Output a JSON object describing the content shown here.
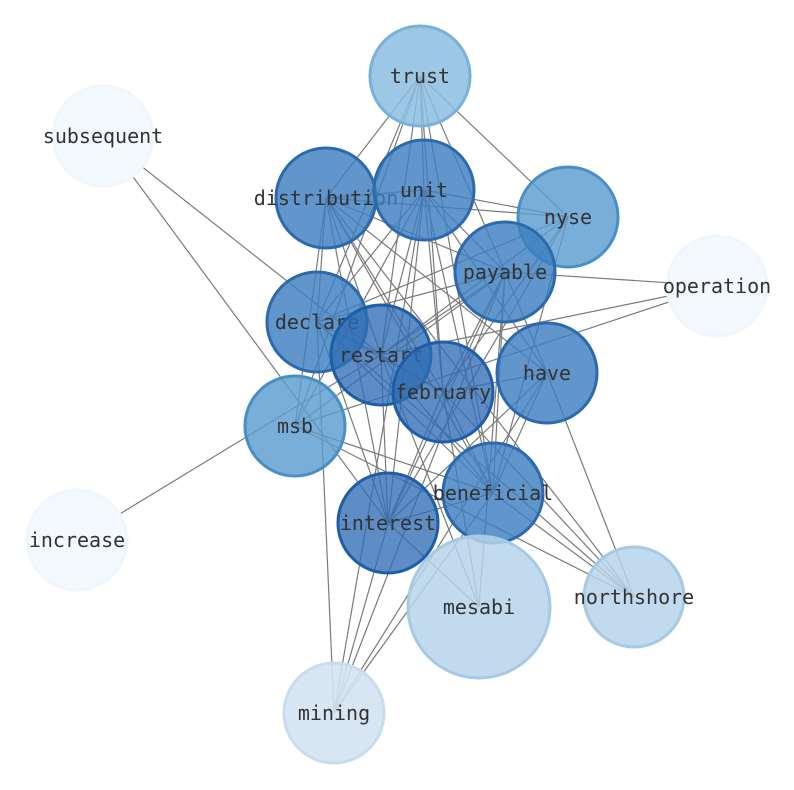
{
  "diagram": {
    "type": "network",
    "colors": {
      "edge": "#7a7a7a",
      "label": "#333333",
      "darkest": "#2f6db3",
      "dark": "#3d7fc0",
      "medium": "#5a9ccf",
      "light": "#8bbde0",
      "lighter": "#b7d4ea",
      "pale": "#d4e3f3",
      "palest": "#f4f9ff"
    },
    "nodes": [
      {
        "id": "trust",
        "label": "trust",
        "tone": "light"
      },
      {
        "id": "subsequent",
        "label": "subsequent",
        "tone": "palest"
      },
      {
        "id": "distribution",
        "label": "distribution",
        "tone": "dark"
      },
      {
        "id": "unit",
        "label": "unit",
        "tone": "dark"
      },
      {
        "id": "nyse",
        "label": "nyse",
        "tone": "medium"
      },
      {
        "id": "operation",
        "label": "operation",
        "tone": "palest"
      },
      {
        "id": "payable",
        "label": "payable",
        "tone": "dark"
      },
      {
        "id": "declare",
        "label": "declare",
        "tone": "dark"
      },
      {
        "id": "restart",
        "label": "restart",
        "tone": "darkest"
      },
      {
        "id": "have",
        "label": "have",
        "tone": "dark"
      },
      {
        "id": "february",
        "label": "february",
        "tone": "darkest"
      },
      {
        "id": "msb",
        "label": "msb",
        "tone": "medium"
      },
      {
        "id": "beneficial",
        "label": "beneficial",
        "tone": "dark"
      },
      {
        "id": "increase",
        "label": "increase",
        "tone": "palest"
      },
      {
        "id": "interest",
        "label": "interest",
        "tone": "darkest"
      },
      {
        "id": "mesabi",
        "label": "mesabi",
        "tone": "lighter"
      },
      {
        "id": "northshore",
        "label": "northshore",
        "tone": "lighter"
      },
      {
        "id": "mining",
        "label": "mining",
        "tone": "pale"
      }
    ],
    "edges": [
      [
        "trust",
        "distribution"
      ],
      [
        "trust",
        "unit"
      ],
      [
        "trust",
        "nyse"
      ],
      [
        "trust",
        "payable"
      ],
      [
        "trust",
        "declare"
      ],
      [
        "trust",
        "restart"
      ],
      [
        "trust",
        "february"
      ],
      [
        "trust",
        "msb"
      ],
      [
        "trust",
        "beneficial"
      ],
      [
        "subsequent",
        "restart"
      ],
      [
        "subsequent",
        "interest"
      ],
      [
        "distribution",
        "unit"
      ],
      [
        "distribution",
        "nyse"
      ],
      [
        "distribution",
        "payable"
      ],
      [
        "distribution",
        "declare"
      ],
      [
        "distribution",
        "restart"
      ],
      [
        "distribution",
        "have"
      ],
      [
        "distribution",
        "february"
      ],
      [
        "distribution",
        "msb"
      ],
      [
        "distribution",
        "beneficial"
      ],
      [
        "distribution",
        "interest"
      ],
      [
        "distribution",
        "northshore"
      ],
      [
        "unit",
        "nyse"
      ],
      [
        "unit",
        "payable"
      ],
      [
        "unit",
        "declare"
      ],
      [
        "unit",
        "restart"
      ],
      [
        "unit",
        "have"
      ],
      [
        "unit",
        "february"
      ],
      [
        "unit",
        "msb"
      ],
      [
        "unit",
        "beneficial"
      ],
      [
        "unit",
        "interest"
      ],
      [
        "unit",
        "mining"
      ],
      [
        "nyse",
        "declare"
      ],
      [
        "nyse",
        "restart"
      ],
      [
        "nyse",
        "february"
      ],
      [
        "nyse",
        "beneficial"
      ],
      [
        "nyse",
        "interest"
      ],
      [
        "payable",
        "operation"
      ],
      [
        "payable",
        "declare"
      ],
      [
        "payable",
        "restart"
      ],
      [
        "payable",
        "have"
      ],
      [
        "payable",
        "february"
      ],
      [
        "payable",
        "msb"
      ],
      [
        "payable",
        "beneficial"
      ],
      [
        "payable",
        "interest"
      ],
      [
        "payable",
        "mesabi"
      ],
      [
        "payable",
        "mining"
      ],
      [
        "operation",
        "restart"
      ],
      [
        "operation",
        "msb"
      ],
      [
        "declare",
        "restart"
      ],
      [
        "declare",
        "february"
      ],
      [
        "declare",
        "beneficial"
      ],
      [
        "declare",
        "interest"
      ],
      [
        "declare",
        "northshore"
      ],
      [
        "declare",
        "mining"
      ],
      [
        "restart",
        "february"
      ],
      [
        "restart",
        "beneficial"
      ],
      [
        "restart",
        "interest"
      ],
      [
        "restart",
        "mesabi"
      ],
      [
        "restart",
        "increase"
      ],
      [
        "have",
        "february"
      ],
      [
        "have",
        "beneficial"
      ],
      [
        "have",
        "interest"
      ],
      [
        "have",
        "northshore"
      ],
      [
        "have",
        "mining"
      ],
      [
        "february",
        "beneficial"
      ],
      [
        "february",
        "interest"
      ],
      [
        "february",
        "mesabi"
      ],
      [
        "february",
        "northshore"
      ],
      [
        "msb",
        "beneficial"
      ],
      [
        "msb",
        "northshore"
      ],
      [
        "beneficial",
        "interest"
      ],
      [
        "beneficial",
        "mining"
      ],
      [
        "beneficial",
        "northshore"
      ],
      [
        "interest",
        "mesabi"
      ],
      [
        "interest",
        "mining"
      ]
    ]
  }
}
